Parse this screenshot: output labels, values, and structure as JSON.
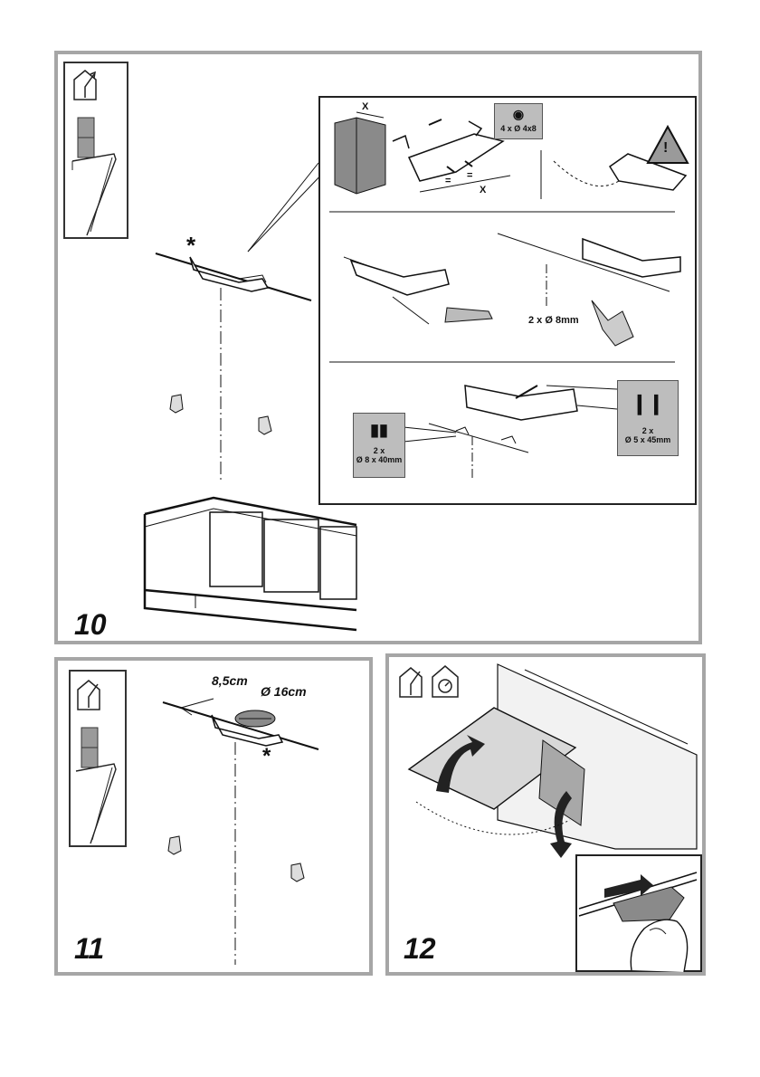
{
  "panels": {
    "p10": {
      "number": "10",
      "marker": "*",
      "dimension": "X",
      "equal_mark": "=",
      "warning_symbol": "!",
      "screws_top": "4 x Ø 4x8",
      "drill_label": "2 x Ø 8mm",
      "plugs_qty": "2 x",
      "plugs_size": "Ø 8 x 40mm",
      "screws_qty": "2 x",
      "screws_size": "Ø 5 x 45mm"
    },
    "p11": {
      "number": "11",
      "marker": "*",
      "distance_label": "8,5cm",
      "diameter_label": "Ø 16cm"
    },
    "p12": {
      "number": "12"
    }
  },
  "icons": [
    "house-outlet-icon",
    "house-recirculation-icon",
    "warning-icon",
    "hood-thumbnail-icon"
  ]
}
